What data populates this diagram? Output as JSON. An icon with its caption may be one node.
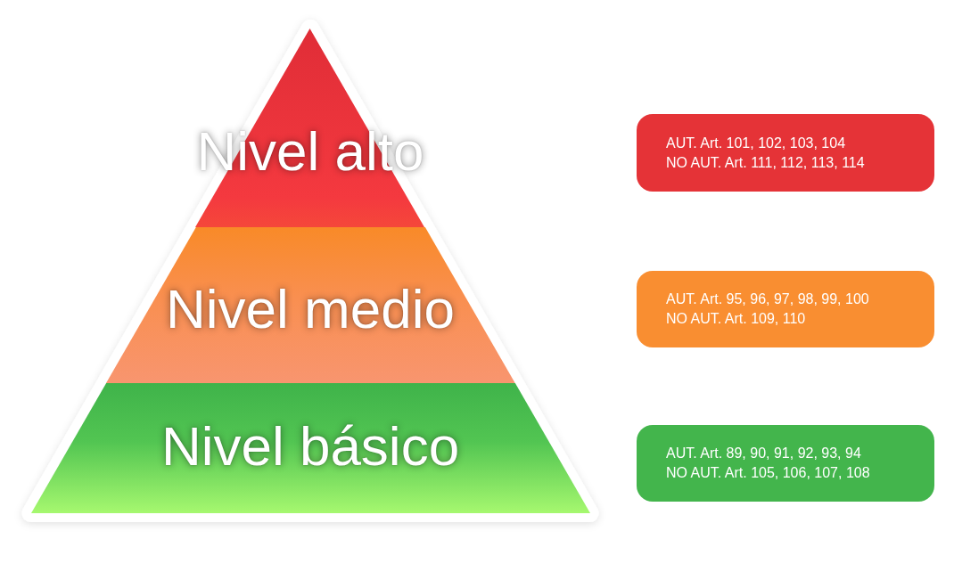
{
  "diagram": {
    "nodes": [
      {
        "text": [
          "Nivel alto"
        ]
      },
      {
        "text": [
          "AUT. Art. 101, 102, 103, 104",
          "NO AUT. Art. 111, 112, 113, 114"
        ]
      },
      {
        "text": [
          "Nivel medio"
        ]
      },
      {
        "text": [
          "AUT. Art. 95, 96, 97, 98, 99, 100",
          "NO AUT. Art. 109, 110"
        ]
      },
      {
        "text": [
          "Nivel básico"
        ]
      },
      {
        "text": [
          "AUT. Art. 89, 90, 91, 92, 93, 94",
          "NO AUT. Art. 105, 106, 107, 108"
        ]
      }
    ]
  }
}
